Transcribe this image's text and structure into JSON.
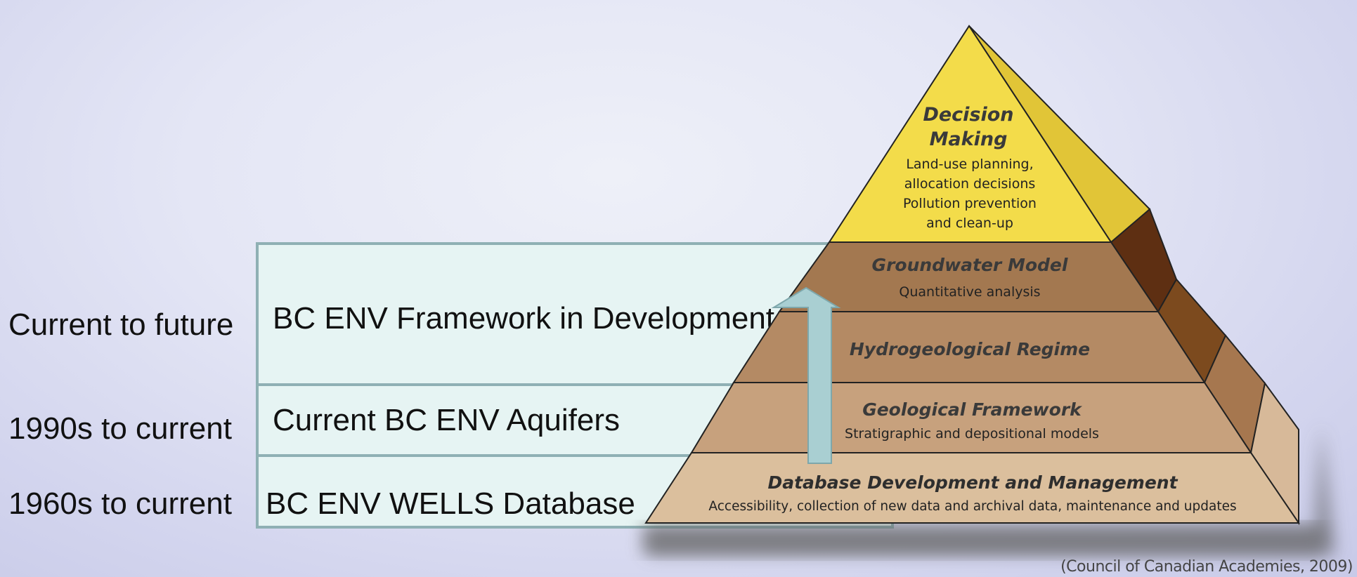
{
  "eras": [
    {
      "label": "Current to future"
    },
    {
      "label": "1990s to current"
    },
    {
      "label": "1960s to current"
    }
  ],
  "boxes": [
    {
      "label": "BC ENV Framework in Development"
    },
    {
      "label": "Current BC ENV Aquifers"
    },
    {
      "label": "BC ENV WELLS Database"
    }
  ],
  "pyramid": {
    "top": {
      "title_line1": "Decision",
      "title_line2": "Making",
      "desc_lines": [
        "Land-use planning,",
        "allocation decisions",
        "Pollution prevention",
        "and clean-up"
      ]
    },
    "groundwater": {
      "title": "Groundwater Model",
      "desc": "Quantitative analysis"
    },
    "hydro": {
      "title": "Hydrogeological Regime"
    },
    "geo": {
      "title": "Geological Framework",
      "desc": "Stratigraphic and depositional models"
    },
    "db": {
      "title": "Database Development and Management",
      "desc": "Accessibility, collection of new data and archival data, maintenance and updates"
    }
  },
  "source": "(Council of Canadian Academies, 2009)",
  "colors": {
    "top": "#f3dc4a",
    "groundwater": "#a37850",
    "hydro": "#b48a64",
    "geo": "#c7a17d",
    "db": "#dbbf9d",
    "arrow": "#a9cfd2"
  }
}
